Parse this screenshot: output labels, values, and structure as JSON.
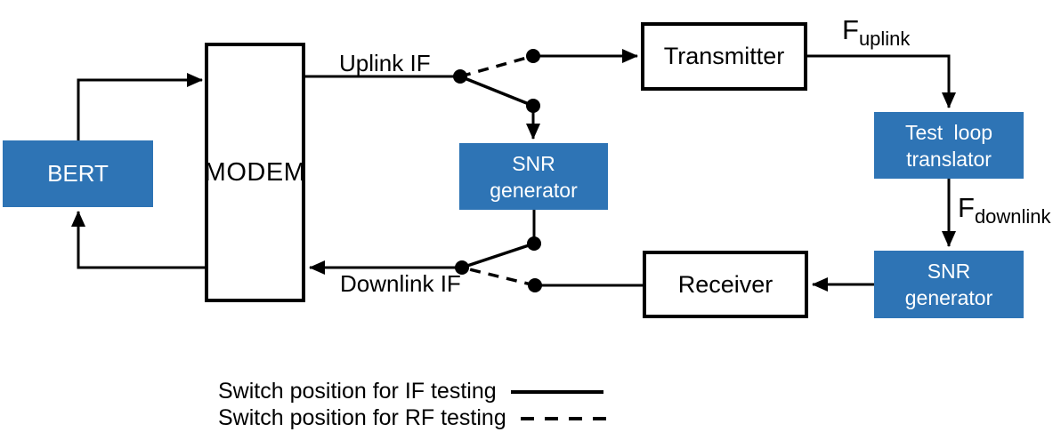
{
  "colors": {
    "accent_blue": "#2E74B5",
    "line_black": "#000000",
    "background": "#FFFFFF",
    "block_text_light": "#FFFFFF"
  },
  "blocks": {
    "bert": {
      "label": "BERT"
    },
    "modem": {
      "label": "MODEM"
    },
    "snr_generator_if": {
      "label": "SNR generator"
    },
    "transmitter": {
      "label": "Transmitter"
    },
    "test_loop_translator": {
      "label": "Test loop translator"
    },
    "receiver": {
      "label": "Receiver"
    },
    "snr_generator_rf": {
      "label": "SNR generator"
    }
  },
  "signal_labels": {
    "uplink_if": "Uplink IF",
    "downlink_if": "Downlink IF",
    "f_uplink": {
      "base": "F",
      "sub": "uplink"
    },
    "f_downlink": {
      "base": "F",
      "sub": "downlink"
    }
  },
  "legend": {
    "if_testing": {
      "label": "Switch position for IF testing",
      "line_style": "solid"
    },
    "rf_testing": {
      "label": "Switch position for RF testing",
      "line_style": "dashed"
    }
  }
}
